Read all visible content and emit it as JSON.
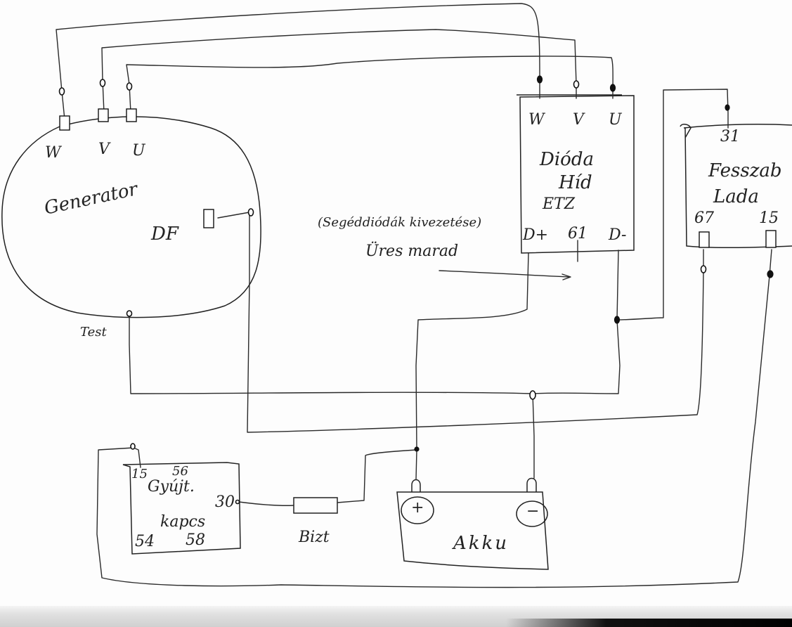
{
  "diagram": {
    "type": "hand-drawn wiring schematic",
    "components": {
      "generator": {
        "title": "Generator",
        "terminals": {
          "w": "W",
          "v": "V",
          "u": "U",
          "df": "DF"
        },
        "ground_label": "Test"
      },
      "diode_bridge": {
        "title_line1": "Dióda",
        "title_line2": "Híd",
        "title_line3": "ETZ",
        "terminals": {
          "w": "W",
          "v": "V",
          "u": "U",
          "dplus": "D+",
          "t61": "61",
          "dminus": "D-"
        }
      },
      "regulator": {
        "title_line1": "Fesszab",
        "title_line2": "Lada",
        "terminals": {
          "t31": "31",
          "t67": "67",
          "t15": "15"
        }
      },
      "ignition_switch": {
        "title_line1": "Gyújt.",
        "title_line2": "kapcs",
        "terminals": {
          "t15": "15",
          "t56": "56",
          "t30": "30",
          "t54": "54",
          "t58": "58"
        }
      },
      "fuse": {
        "label": "Bizt"
      },
      "battery": {
        "title": "Akku",
        "plus": "+",
        "minus": "−"
      }
    },
    "annotations": {
      "aux_diode_note": "(Segéddiódák kivezetése)",
      "left_empty_note": "Üres marad"
    },
    "connections": [
      {
        "from": "Generator W",
        "to": "Dióda Híd W"
      },
      {
        "from": "Generator V",
        "to": "Dióda Híd V"
      },
      {
        "from": "Generator U",
        "to": "Dióda Híd U"
      },
      {
        "from": "Generator DF",
        "to": "Fesszab Lada 67"
      },
      {
        "from": "Generator Test",
        "to": "Akku −"
      },
      {
        "from": "Dióda Híd D+",
        "to": "Akku +"
      },
      {
        "from": "Dióda Híd D-",
        "to": "Fesszab Lada 31"
      },
      {
        "from": "Dióda Híd D-",
        "to": "Akku −"
      },
      {
        "from": "Akku +",
        "to": "Bizt"
      },
      {
        "from": "Bizt",
        "to": "Gyújt. kapcs 30"
      },
      {
        "from": "Gyújt. kapcs 15",
        "to": "Fesszab Lada 15"
      },
      {
        "from": "Dióda Híd 61",
        "to": "Üres marad"
      }
    ]
  }
}
